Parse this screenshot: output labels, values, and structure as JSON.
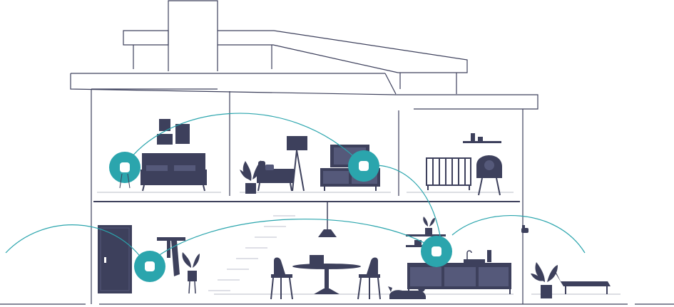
{
  "colors": {
    "outline": "#3d405c",
    "furniture": "#3d405c",
    "floor_line": "#b9bcc7",
    "signal": "#2ba5ad",
    "node_ring": "#2ba5ad",
    "node_device": "#ffffff"
  },
  "illustration": {
    "subject": "house-cross-section-wifi-mesh",
    "mesh_nodes": [
      "mesh-node-bedroom",
      "mesh-node-living-room",
      "mesh-node-hallway",
      "mesh-node-kitchen"
    ],
    "icons": [
      "bed-icon",
      "plant-icon",
      "armchair-icon",
      "floor-lamp-icon",
      "tv-icon",
      "crib-icon",
      "door-icon",
      "coat-rack-icon",
      "pendant-lamp-icon",
      "dining-table-icon",
      "chair-icon",
      "laptop-icon",
      "dog-icon",
      "kitchen-counter-icon",
      "security-camera-icon",
      "lounge-chair-icon"
    ]
  }
}
